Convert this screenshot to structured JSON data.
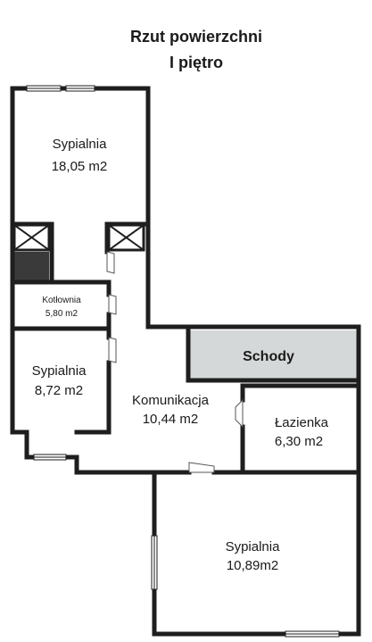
{
  "plan": {
    "title_line1": "Rzut powierzchni",
    "title_line2": "I piętro",
    "wall_color": "#1e1e1e",
    "stairs_fill": "#d5d8d8",
    "chimney_fill": "#3a3a3a"
  },
  "rooms": {
    "sypialnia_1": {
      "name": "Sypialnia",
      "area": "18,05 m2"
    },
    "kotlownia": {
      "name": "Kotłownia",
      "area": "5,80 m2"
    },
    "sypialnia_2": {
      "name": "Sypialnia",
      "area": "8,72 m2"
    },
    "komunikacja": {
      "name": "Komunikacja",
      "area": "10,44 m2"
    },
    "schody": {
      "name": "Schody"
    },
    "lazienka": {
      "name": "Łazienka",
      "area": "6,30 m2"
    },
    "sypialnia_3": {
      "name": "Sypialnia",
      "area": "10,89m2"
    }
  }
}
